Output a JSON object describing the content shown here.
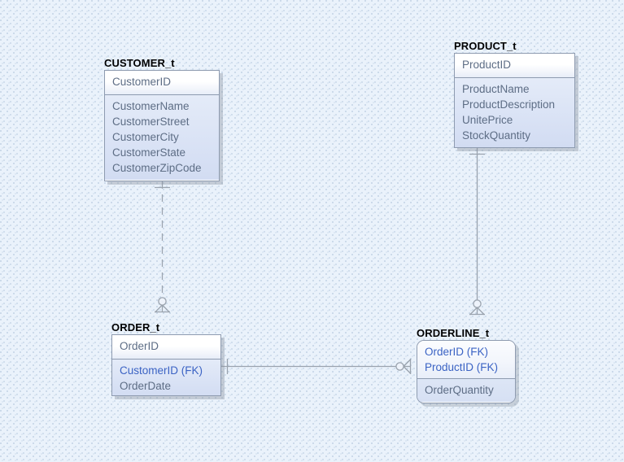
{
  "diagram": {
    "type": "entity-relationship-diagram",
    "notation": "crow's-foot / IDEF1X",
    "background_color": "#eaf2fb",
    "entities": [
      {
        "id": "customer",
        "name": "CUSTOMER_t",
        "shape": "rectangle",
        "primary_keys": [
          "CustomerID"
        ],
        "attributes": [
          "CustomerName",
          "CustomerStreet",
          "CustomerCity",
          "CustomerState",
          "CustomerZipCode"
        ]
      },
      {
        "id": "product",
        "name": "PRODUCT_t",
        "shape": "rectangle",
        "primary_keys": [
          "ProductID"
        ],
        "attributes": [
          "ProductName",
          "ProductDescription",
          "UnitePrice",
          "StockQuantity"
        ]
      },
      {
        "id": "order",
        "name": "ORDER_t",
        "shape": "rectangle",
        "primary_keys": [
          "OrderID"
        ],
        "attributes": [
          "CustomerID (FK)",
          "OrderDate"
        ]
      },
      {
        "id": "orderline",
        "name": "ORDERLINE_t",
        "shape": "rounded-rectangle",
        "primary_keys": [
          "OrderID (FK)",
          "ProductID (FK)"
        ],
        "attributes": [
          "OrderQuantity"
        ]
      }
    ],
    "relationships": [
      {
        "id": "customer-order",
        "from": "CUSTOMER_t",
        "to": "ORDER_t",
        "line_style": "dashed",
        "kind": "non-identifying",
        "from_cardinality": "one",
        "to_cardinality": "zero-or-many"
      },
      {
        "id": "product-orderline",
        "from": "PRODUCT_t",
        "to": "ORDERLINE_t",
        "line_style": "solid",
        "kind": "identifying",
        "from_cardinality": "one",
        "to_cardinality": "zero-or-many"
      },
      {
        "id": "order-orderline",
        "from": "ORDER_t",
        "to": "ORDERLINE_t",
        "line_style": "solid",
        "kind": "identifying",
        "from_cardinality": "one",
        "to_cardinality": "zero-or-many"
      }
    ],
    "colors": {
      "line": "#9aa3ae",
      "entity_border": "#8e9bb0",
      "title_text": "#000000",
      "attribute_text": "#5d6d85",
      "foreign_key_text": "#3b63c4",
      "key_section_fill": "#ffffff",
      "attribute_section_fill": "#d9e2f5"
    }
  }
}
